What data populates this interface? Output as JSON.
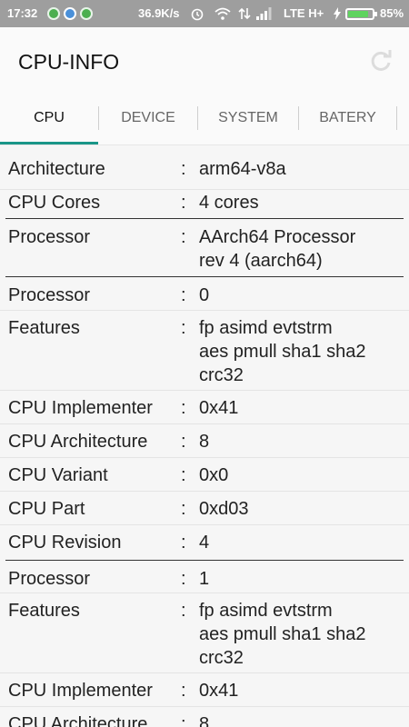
{
  "status": {
    "time": "17:32",
    "speed": "36.9K/s",
    "network": "LTE H+",
    "battery": "85%",
    "battery_level": 0.85
  },
  "app": {
    "title": "CPU-INFO"
  },
  "tabs": [
    {
      "label": "CPU",
      "active": true
    },
    {
      "label": "DEVICE",
      "active": false
    },
    {
      "label": "SYSTEM",
      "active": false
    },
    {
      "label": "BATERY",
      "active": false
    }
  ],
  "rows": [
    {
      "key": "Architecture",
      "value": [
        "arm64-v8a"
      ]
    },
    {
      "key": "CPU Cores",
      "value": [
        "4 cores"
      ]
    },
    {
      "key": "Processor",
      "value": [
        "AArch64 Processor",
        "rev 4 (aarch64)"
      ]
    },
    {
      "key": "Processor",
      "value": [
        "0"
      ]
    },
    {
      "key": "Features",
      "value": [
        "fp asimd evtstrm",
        "aes pmull sha1 sha2",
        "crc32"
      ]
    },
    {
      "key": "CPU Implementer",
      "value": [
        "0x41"
      ]
    },
    {
      "key": "CPU Architecture",
      "value": [
        "8"
      ]
    },
    {
      "key": "CPU Variant",
      "value": [
        "0x0"
      ]
    },
    {
      "key": "CPU Part",
      "value": [
        "0xd03"
      ]
    },
    {
      "key": "CPU Revision",
      "value": [
        "4"
      ]
    },
    {
      "key": "Processor",
      "value": [
        "1"
      ]
    },
    {
      "key": "Features",
      "value": [
        "fp asimd evtstrm",
        "aes pmull sha1 sha2",
        "crc32"
      ]
    },
    {
      "key": "CPU Implementer",
      "value": [
        "0x41"
      ]
    },
    {
      "key": "CPU Architecture",
      "value": [
        "8"
      ]
    }
  ],
  "separator_colon": ":"
}
